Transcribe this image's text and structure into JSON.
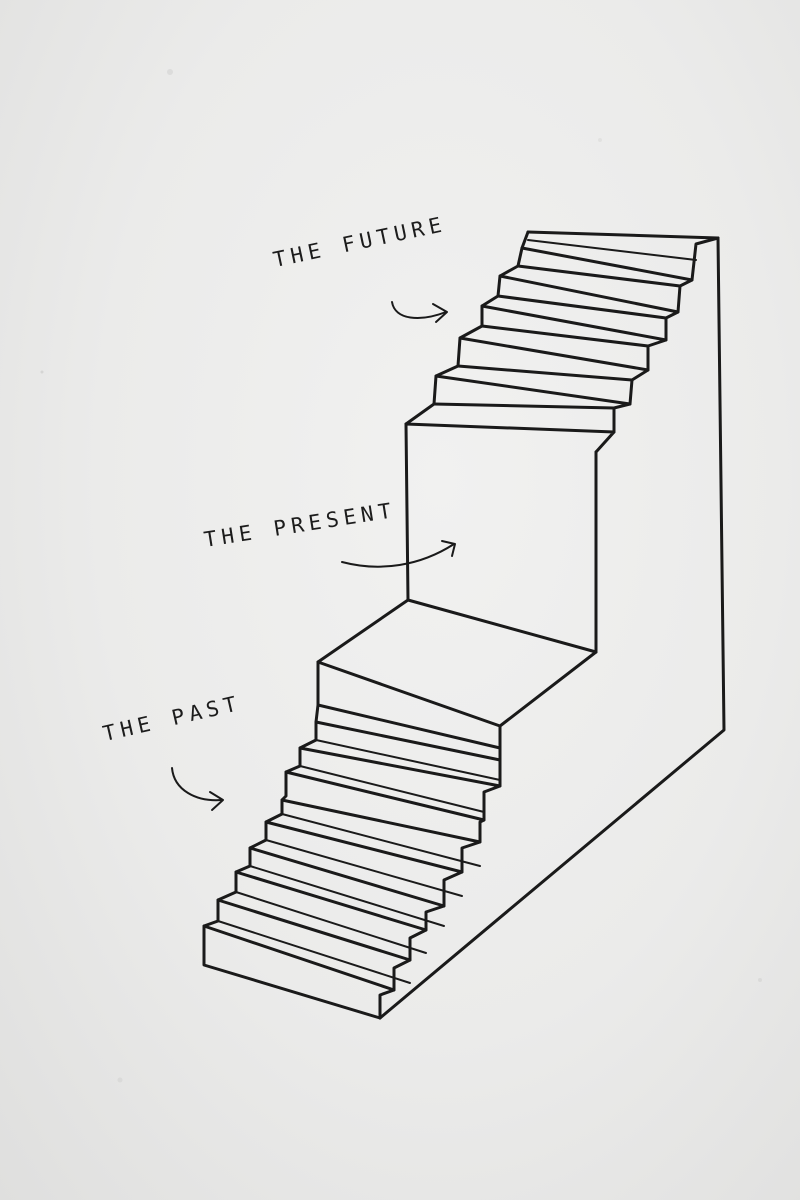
{
  "labels": {
    "future": "THE FUTURE",
    "present": "THE PRESENT",
    "past": "THE PAST"
  },
  "colors": {
    "wall": "#ebebea",
    "ink": "#1a1a1a"
  },
  "icons": {
    "future_arrow": "curved-arrow-icon",
    "present_arrow": "curved-arrow-icon",
    "past_arrow": "curved-arrow-icon"
  }
}
